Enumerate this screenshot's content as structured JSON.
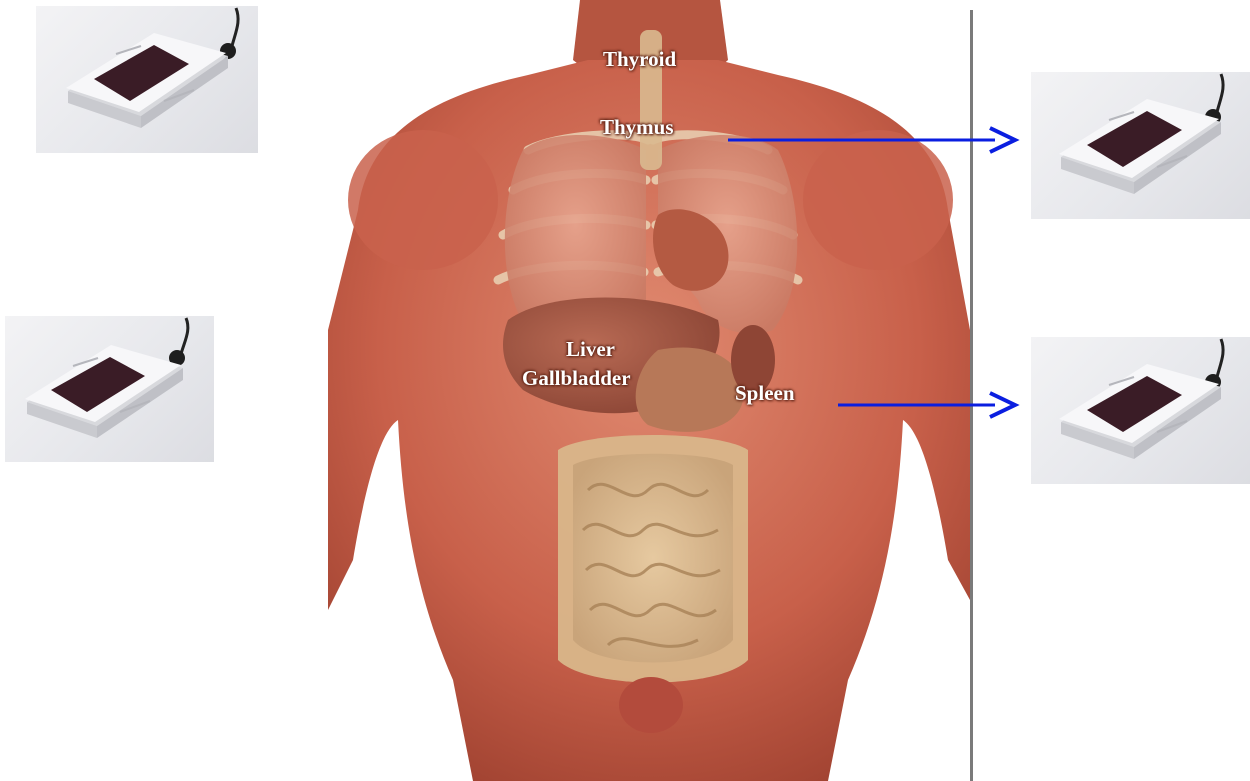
{
  "labels": {
    "thyroid": "Thyroid",
    "thymus": "Thymus",
    "liver": "Liver",
    "gallbladder": "Gallbladder",
    "spleen": "Spleen"
  },
  "devices": [
    {
      "name": "device-photo-top-left",
      "icon": "device-icon"
    },
    {
      "name": "device-photo-mid-left",
      "icon": "device-icon"
    },
    {
      "name": "device-photo-top-right",
      "icon": "device-icon"
    },
    {
      "name": "device-photo-mid-right",
      "icon": "device-icon"
    }
  ],
  "colors": {
    "arrow": "#0a1ee0",
    "label_text": "#ffffff",
    "muscle": "#c8604a",
    "divider": "#7a7a7a",
    "device_screen": "#3a1c26"
  }
}
